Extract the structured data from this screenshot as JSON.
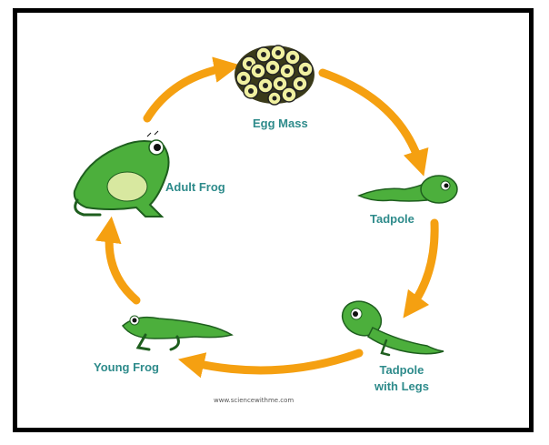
{
  "diagram": {
    "stages": {
      "egg_mass": "Egg Mass",
      "tadpole": "Tadpole",
      "tadpole_with_legs_line1": "Tadpole",
      "tadpole_with_legs_line2": "with Legs",
      "young_frog": "Young Frog",
      "adult_frog": "Adult Frog"
    },
    "credit": "www.sciencewithme.com",
    "colors": {
      "arrow": "#f5a011",
      "label": "#2e8b8b",
      "frog_green": "#4caf3c",
      "egg_yellow": "#f0f0a0"
    }
  }
}
